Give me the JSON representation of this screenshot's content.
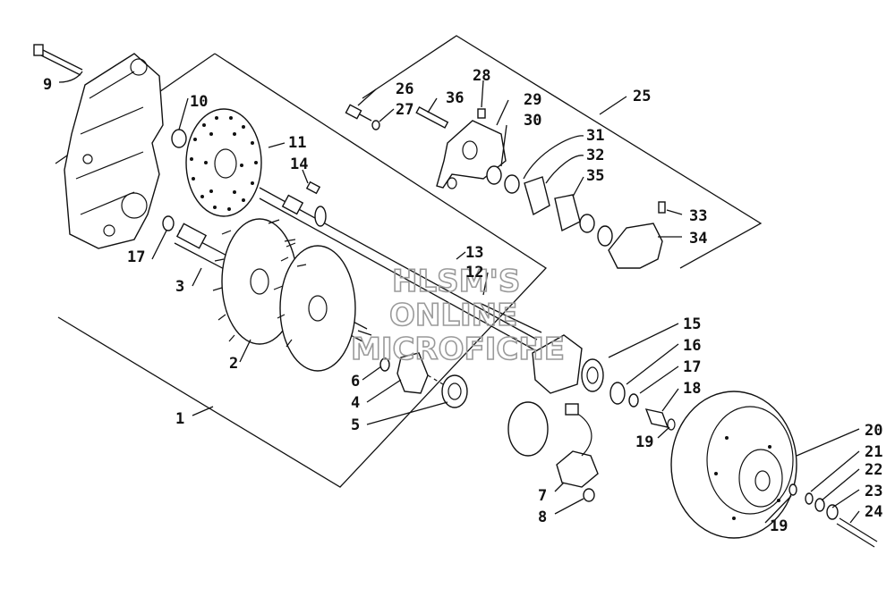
{
  "watermark": {
    "line1": "HLSM'S",
    "line2": "ONLINE",
    "line3": "MICROFICHE"
  },
  "callouts": [
    {
      "id": "c9",
      "text": "9"
    },
    {
      "id": "c10",
      "text": "10"
    },
    {
      "id": "c11",
      "text": "11"
    },
    {
      "id": "c14",
      "text": "14"
    },
    {
      "id": "c17a",
      "text": "17"
    },
    {
      "id": "c3",
      "text": "3"
    },
    {
      "id": "c2",
      "text": "2"
    },
    {
      "id": "c1",
      "text": "1"
    },
    {
      "id": "c6",
      "text": "6"
    },
    {
      "id": "c4",
      "text": "4"
    },
    {
      "id": "c5",
      "text": "5"
    },
    {
      "id": "c13",
      "text": "13"
    },
    {
      "id": "c12",
      "text": "12"
    },
    {
      "id": "c26",
      "text": "26"
    },
    {
      "id": "c27",
      "text": "27"
    },
    {
      "id": "c36",
      "text": "36"
    },
    {
      "id": "c28",
      "text": "28"
    },
    {
      "id": "c29",
      "text": "29"
    },
    {
      "id": "c30",
      "text": "30"
    },
    {
      "id": "c25",
      "text": "25"
    },
    {
      "id": "c31",
      "text": "31"
    },
    {
      "id": "c32",
      "text": "32"
    },
    {
      "id": "c35",
      "text": "35"
    },
    {
      "id": "c33",
      "text": "33"
    },
    {
      "id": "c34",
      "text": "34"
    },
    {
      "id": "c15",
      "text": "15"
    },
    {
      "id": "c16",
      "text": "16"
    },
    {
      "id": "c17b",
      "text": "17"
    },
    {
      "id": "c18",
      "text": "18"
    },
    {
      "id": "c19a",
      "text": "19"
    },
    {
      "id": "c7",
      "text": "7"
    },
    {
      "id": "c8",
      "text": "8"
    },
    {
      "id": "c20",
      "text": "20"
    },
    {
      "id": "c21",
      "text": "21"
    },
    {
      "id": "c22",
      "text": "22"
    },
    {
      "id": "c23",
      "text": "23"
    },
    {
      "id": "c19b",
      "text": "19"
    },
    {
      "id": "c24",
      "text": "24"
    }
  ]
}
